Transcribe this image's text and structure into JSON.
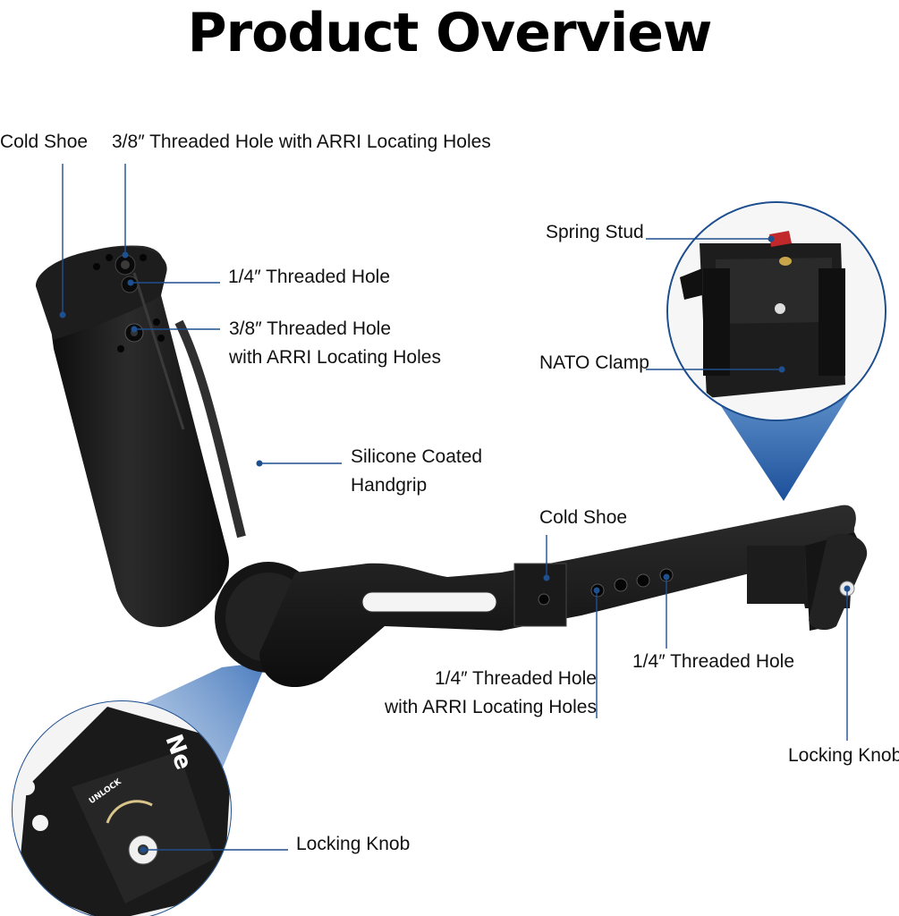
{
  "title": "Product Overview",
  "labels": {
    "cold_shoe_top": "Cold Shoe",
    "threaded_38_arri_top": "3/8″ Threaded Hole with ARRI Locating Holes",
    "threaded_14_top": "1/4″ Threaded Hole",
    "threaded_38_arri_side_line1": "3/8″ Threaded Hole",
    "threaded_38_arri_side_line2": "with ARRI Locating Holes",
    "handgrip_line1": "Silicone Coated",
    "handgrip_line2": "Handgrip",
    "spring_stud": "Spring Stud",
    "nato_clamp": "NATO Clamp",
    "cold_shoe_arm": "Cold Shoe",
    "threaded_14_arm": "1/4″ Threaded Hole",
    "threaded_14_arri_arm_line1": "1/4″ Threaded Hole",
    "threaded_14_arri_arm_line2": "with ARRI Locating Holes",
    "locking_knob_right": "Locking Knob",
    "locking_knob_inset": "Locking Knob"
  },
  "inset_text": {
    "unlock": "UNLOCK"
  },
  "colors": {
    "accent": "#1e4f8f",
    "product": "#1a1a1a",
    "spring_stud": "#c0282b"
  }
}
